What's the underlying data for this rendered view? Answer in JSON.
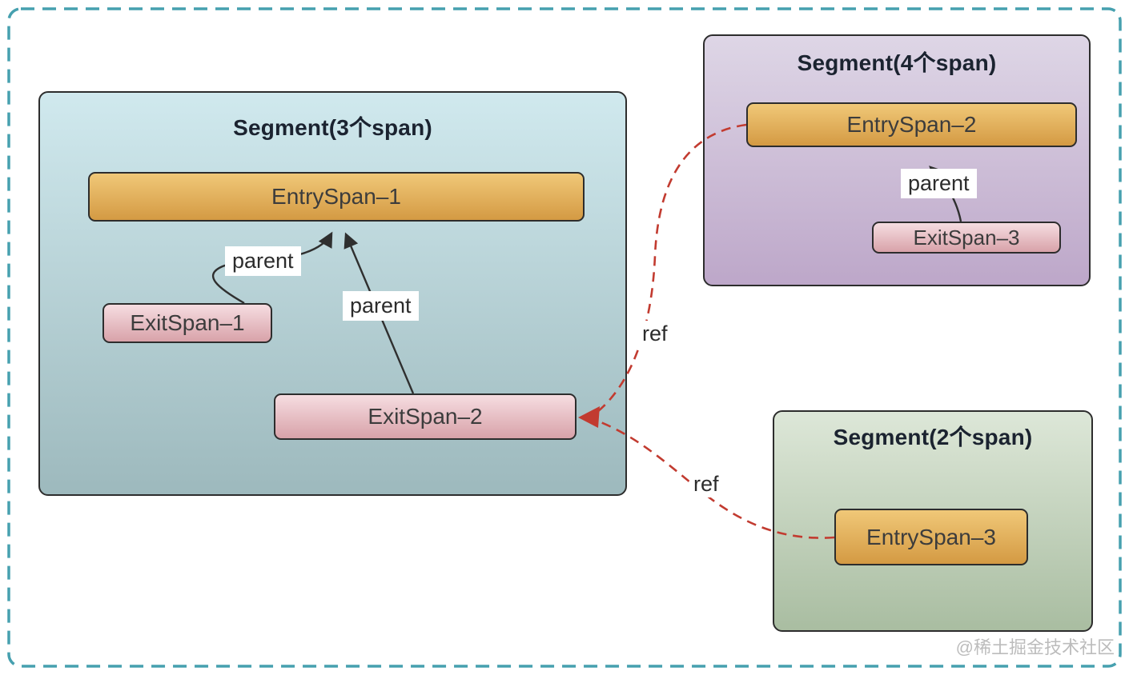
{
  "diagram": {
    "title_theme": "trace segments and spans",
    "segments": [
      {
        "title": "Segment(3个span)",
        "spans": [
          "EntrySpan–1",
          "ExitSpan–1",
          "ExitSpan–2"
        ]
      },
      {
        "title": "Segment(4个span)",
        "spans": [
          "EntrySpan–2",
          "ExitSpan–3"
        ]
      },
      {
        "title": "Segment(2个span)",
        "spans": [
          "EntrySpan–3"
        ]
      }
    ],
    "edge_labels": {
      "parent": "parent",
      "ref": "ref"
    },
    "watermark": "@稀土掘金技术社区",
    "colors": {
      "canvas_border_teal": "#46a0af",
      "segment_border": "#2d2d2d",
      "segment1_gradient_top": "#d0e9ee",
      "segment1_gradient_bottom": "#9db9bd",
      "segment2_gradient_top": "#ded6e6",
      "segment2_gradient_bottom": "#bda7c9",
      "segment3_gradient_top": "#dde7d8",
      "segment3_gradient_bottom": "#a9bda1",
      "entry_span_gradient_top": "#f0c878",
      "entry_span_gradient_bottom": "#d49a43",
      "exit_span_gradient_top": "#f6dde1",
      "exit_span_gradient_bottom": "#d8a2a9",
      "parent_arrow": "#2f2f2f",
      "ref_arrow_red": "#c23b30"
    }
  }
}
